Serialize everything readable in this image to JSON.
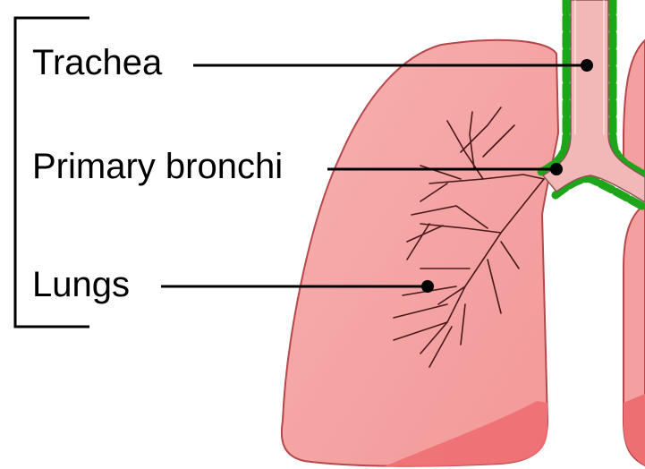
{
  "labels": {
    "trachea": "Trachea",
    "primary_bronchi": "Primary bronchi",
    "lungs": "Lungs"
  },
  "colors": {
    "lung_fill": "#f6a3a3",
    "lung_shadow": "#ee6f72",
    "lung_outline": "#b5484c",
    "airway_fill": "#f2b8b8",
    "mucosa_green": "#1fa51a",
    "leader_line": "#000000"
  }
}
